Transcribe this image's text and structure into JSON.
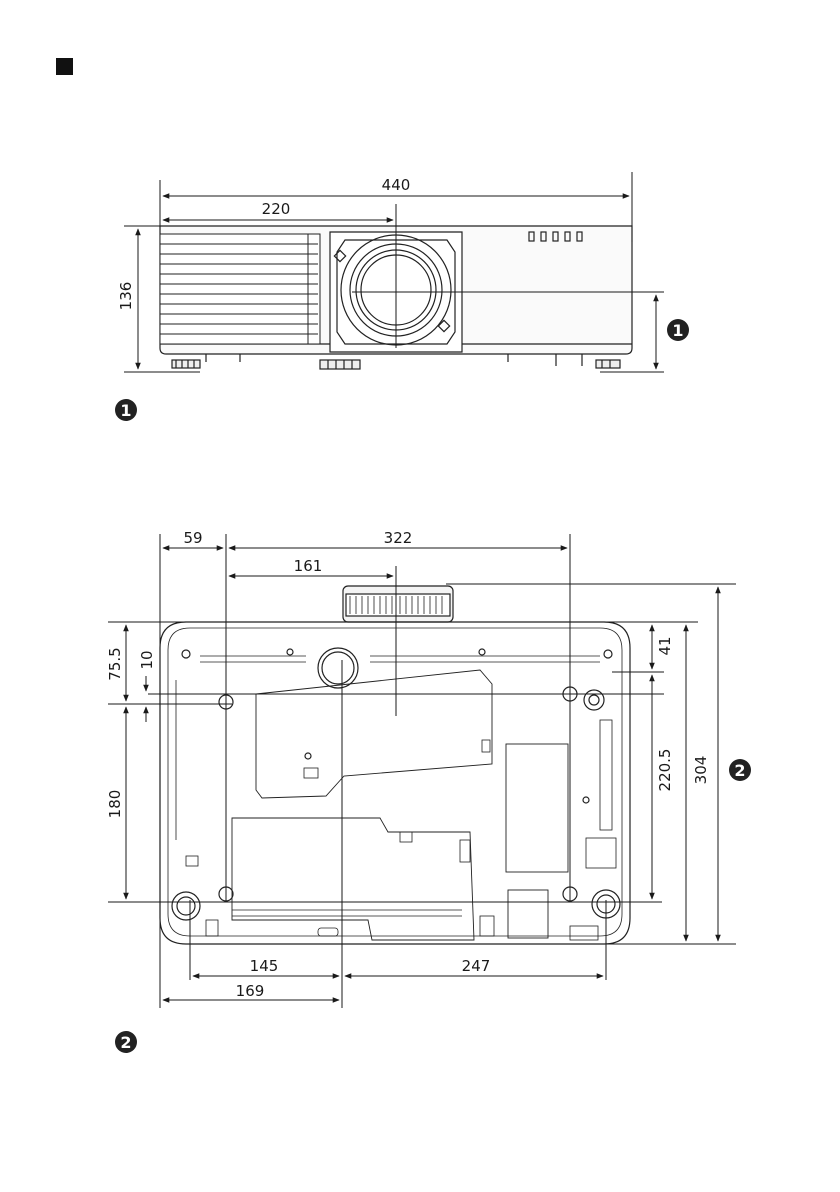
{
  "front_view": {
    "dims": {
      "overall_width": "440",
      "half_width": "220",
      "height": "136"
    },
    "callout": "1"
  },
  "bottom_view": {
    "dims": {
      "left_offset": "59",
      "mount_span": "322",
      "lens_center": "161",
      "depth_front": "75.5",
      "small_offset": "10",
      "mount_depth": "180",
      "front_mount": "41",
      "side_span": "220.5",
      "overall_depth": "304",
      "foot_left": "145",
      "foot_right": "247",
      "foot_left_overall": "169"
    },
    "callout": "2"
  },
  "legend": {
    "marker_1": "1",
    "marker_2": "2"
  }
}
